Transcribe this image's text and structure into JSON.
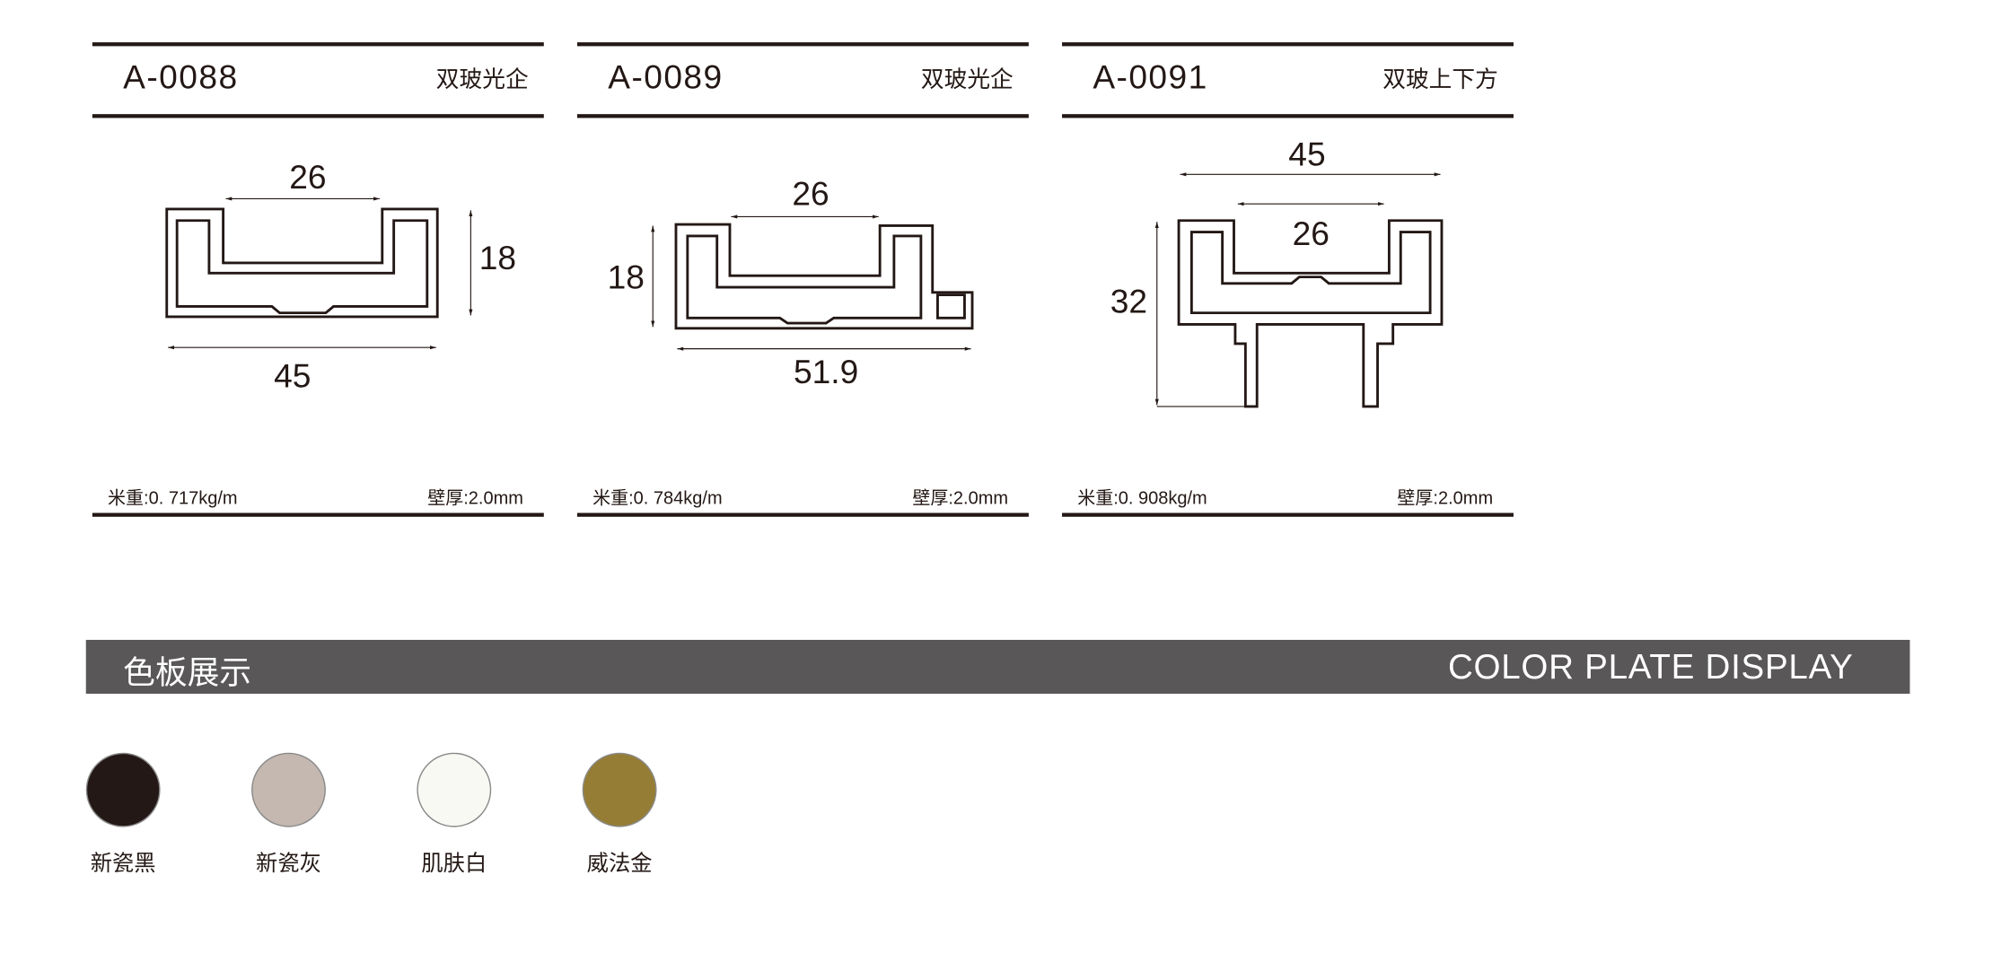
{
  "profiles": [
    {
      "code": "A-0088",
      "type": "双玻光企",
      "dims": {
        "top": "26",
        "side": "18",
        "bottom": "45"
      },
      "weight": "米重:0. 717kg/m",
      "thickness": "壁厚:2.0mm"
    },
    {
      "code": "A-0089",
      "type": "双玻光企",
      "dims": {
        "top": "26",
        "side": "18",
        "bottom": "51.9"
      },
      "weight": "米重:0. 784kg/m",
      "thickness": "壁厚:2.0mm"
    },
    {
      "code": "A-0091",
      "type": "双玻上下方",
      "dims": {
        "top": "45",
        "inner": "26",
        "side": "32"
      },
      "weight": "米重:0. 908kg/m",
      "thickness": "壁厚:2.0mm"
    }
  ],
  "color_section": {
    "title_cn": "色板展示",
    "title_en": "COLOR PLATE DISPLAY"
  },
  "colors": [
    {
      "name": "新瓷黑",
      "hex": "#231815"
    },
    {
      "name": "新瓷灰",
      "hex": "#c4b8b0"
    },
    {
      "name": "肌肤白",
      "hex": "#f8f9f3"
    },
    {
      "name": "威法金",
      "hex": "#957d35"
    }
  ]
}
